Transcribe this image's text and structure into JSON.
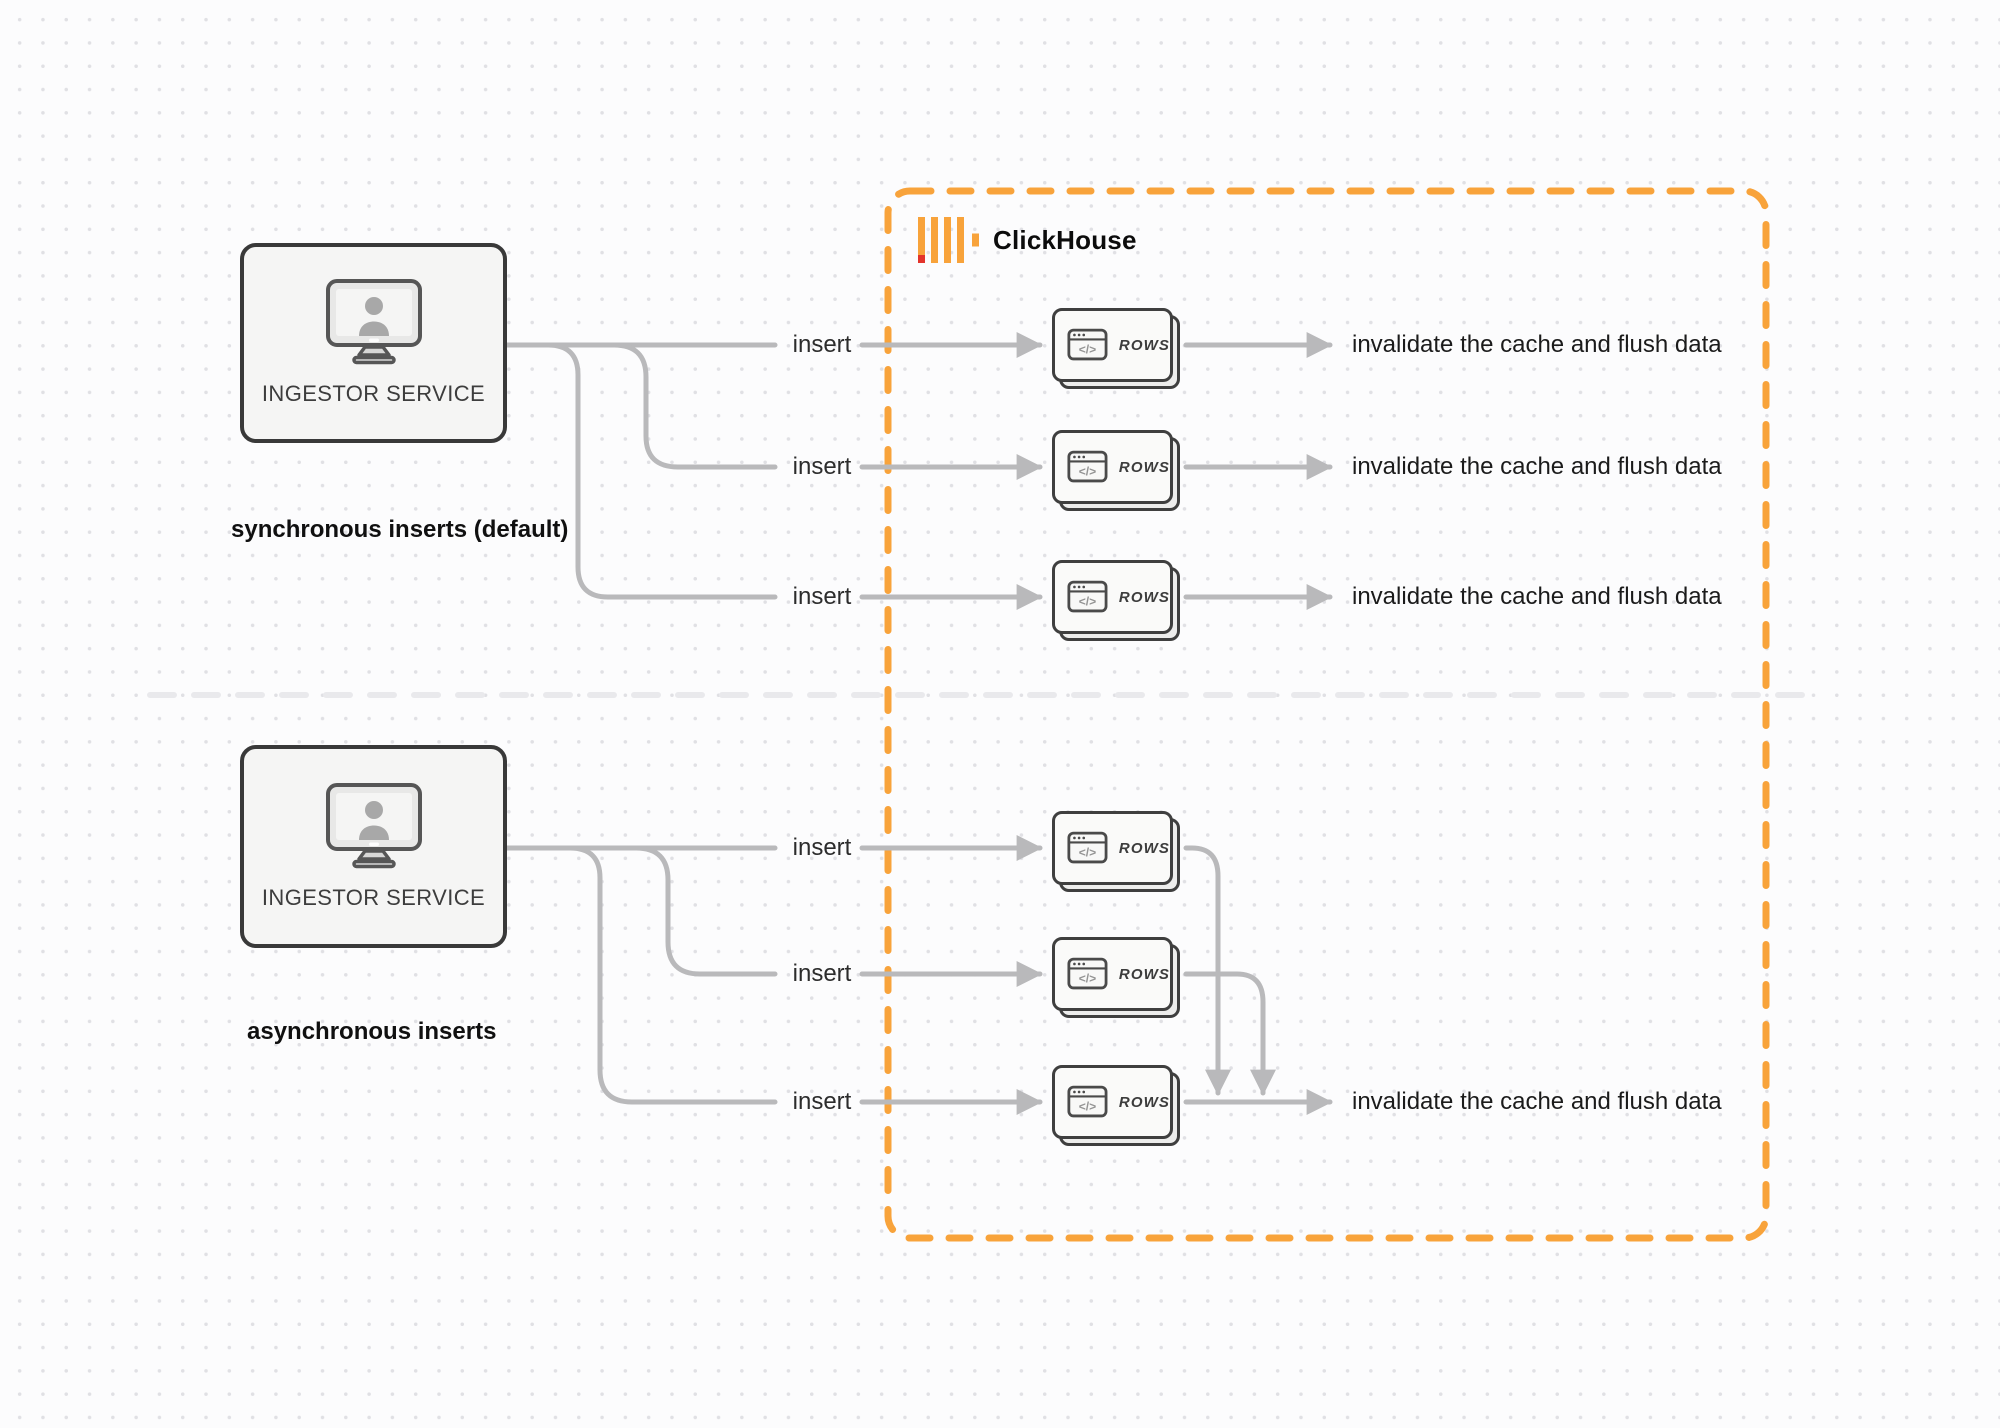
{
  "clickhouse_panel": {
    "title": "ClickHouse",
    "logo_icon": "clickhouse-logo-icon"
  },
  "sync_section": {
    "caption": "synchronous inserts (default)",
    "service": {
      "label": "INGESTOR SERVICE",
      "icon": "monitor-user-icon"
    },
    "insert_labels": [
      "insert",
      "insert",
      "insert"
    ],
    "row_cards": [
      {
        "label": "ROWS",
        "icon": "code-window-icon"
      },
      {
        "label": "ROWS",
        "icon": "code-window-icon"
      },
      {
        "label": "ROWS",
        "icon": "code-window-icon"
      }
    ],
    "result_labels": [
      "invalidate the cache and flush data",
      "invalidate the cache and flush data",
      "invalidate the cache and flush data"
    ]
  },
  "async_section": {
    "caption": "asynchronous inserts",
    "service": {
      "label": "INGESTOR SERVICE",
      "icon": "monitor-user-icon"
    },
    "insert_labels": [
      "insert",
      "insert",
      "insert"
    ],
    "row_cards": [
      {
        "label": "ROWS",
        "icon": "code-window-icon"
      },
      {
        "label": "ROWS",
        "icon": "code-window-icon"
      },
      {
        "label": "ROWS",
        "icon": "code-window-icon"
      }
    ],
    "result_label": "invalidate the cache and flush data"
  },
  "icons": {
    "code_glyph": "</>"
  },
  "colors": {
    "background": "#FCFCFD",
    "dot_grid": "#E1E1E5",
    "accent_orange": "#F8A33B",
    "logo_red": "#E3342B",
    "wire_gray": "#B9B9BB",
    "node_border": "#3B3B3B",
    "divider": "#E9E9EC",
    "text_primary": "#1C1C1E"
  }
}
